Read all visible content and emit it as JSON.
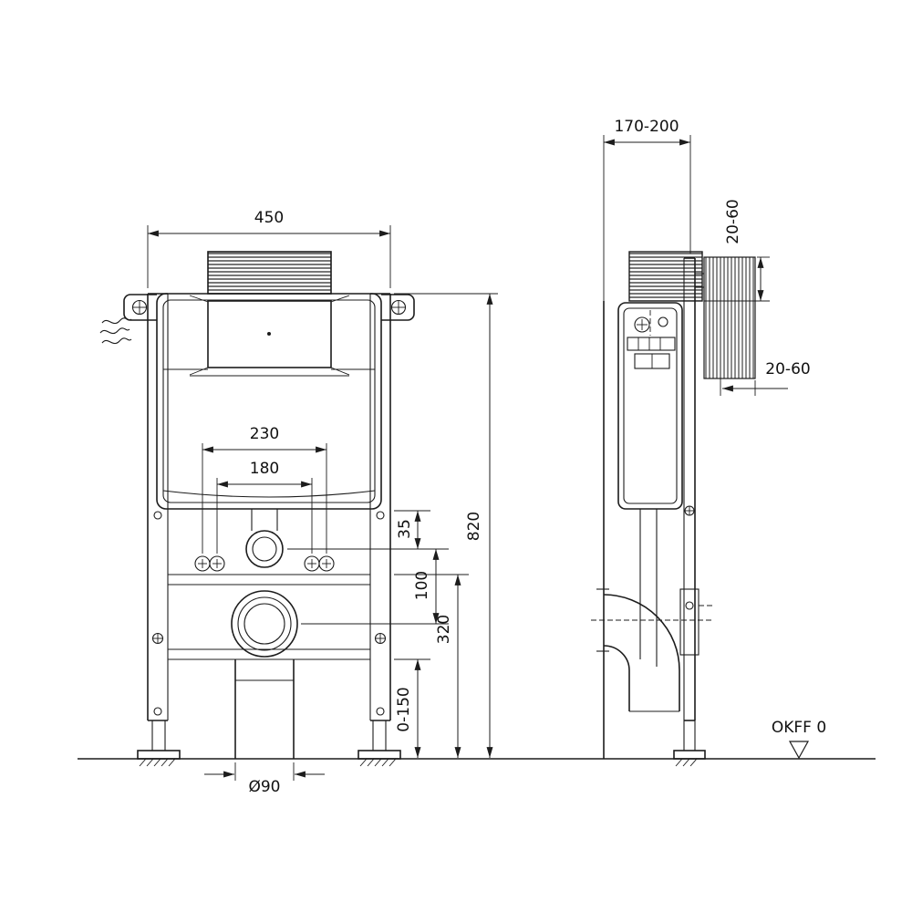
{
  "colors": {
    "background": "#ffffff",
    "ink": "#1c1c1c"
  },
  "front_view": {
    "dims": {
      "frame_width": "450",
      "frame_height": "820",
      "fixing_centers_outer": "230",
      "fixing_centers_inner": "180",
      "supply_offset": "35",
      "supply_to_drain": "100",
      "drain_center_height": "320",
      "foot_adjustment_range": "0-150",
      "drain_pipe_diameter": "Ø90"
    }
  },
  "side_view": {
    "dims": {
      "frame_depth": "170-200",
      "bracket_adjustment_vertical": "20-60",
      "bracket_adjustment_horizontal": "20-60"
    },
    "floor_level_label": "OKFF 0"
  }
}
